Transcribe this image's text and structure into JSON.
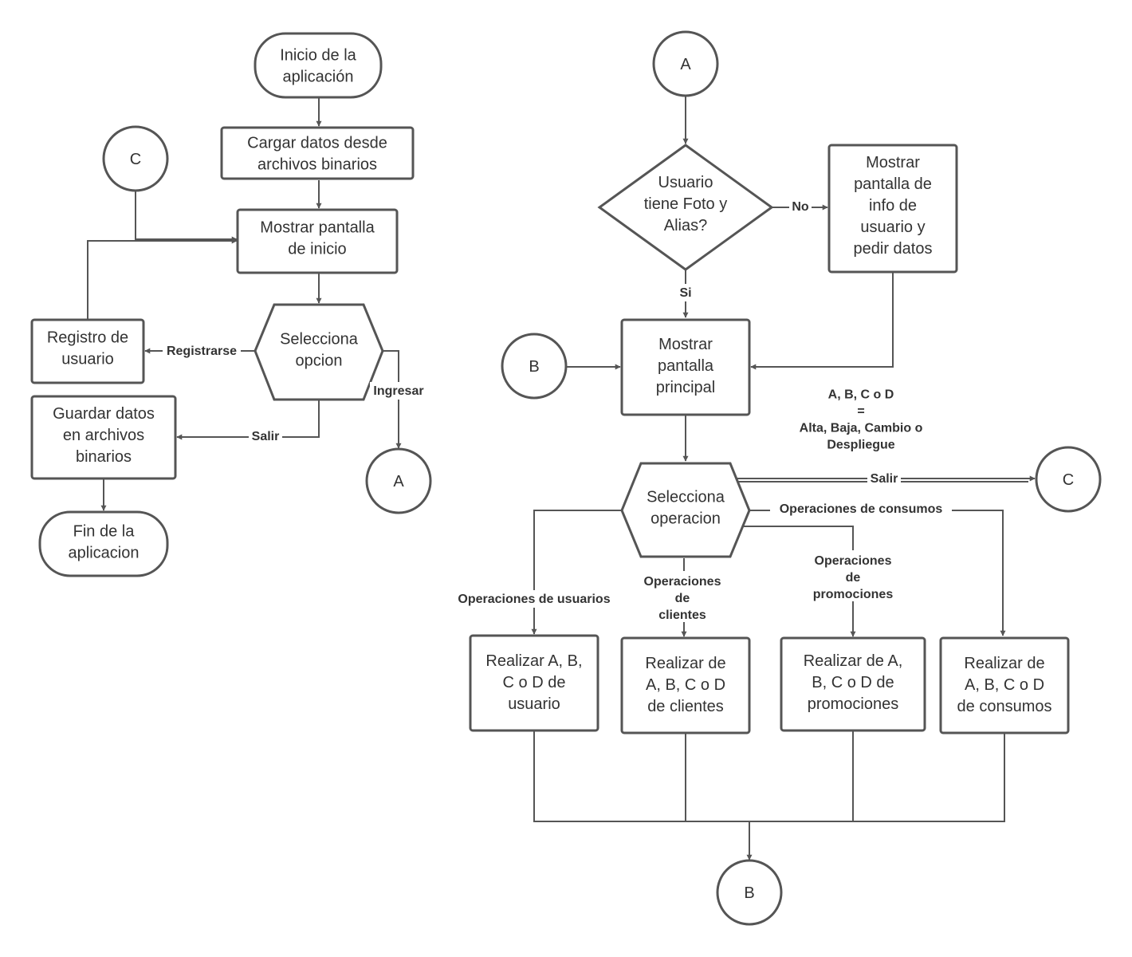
{
  "nodes": {
    "inicio": [
      "Inicio de la",
      "aplicación"
    ],
    "cargar": [
      "Cargar datos desde",
      "archivos binarios"
    ],
    "mostrar_inicio": [
      "Mostrar pantalla",
      "de inicio"
    ],
    "selecciona_opcion": [
      "Selecciona",
      "opcion"
    ],
    "registro": [
      "Registro de",
      "usuario"
    ],
    "guardar": [
      "Guardar datos",
      "en archivos",
      "binarios"
    ],
    "fin": [
      "Fin de la",
      "aplicacion"
    ],
    "conn_c_left": "C",
    "conn_a_left": "A",
    "conn_a_top": "A",
    "decision_foto": [
      "Usuario",
      "tiene Foto y",
      "Alias?"
    ],
    "mostrar_info": [
      "Mostrar",
      "pantalla de",
      "info de",
      "usuario y",
      "pedir datos"
    ],
    "conn_b_left": "B",
    "mostrar_principal": [
      "Mostrar",
      "pantalla",
      "principal"
    ],
    "selecciona_operacion": [
      "Selecciona",
      "operacion"
    ],
    "conn_c_right": "C",
    "realizar_usuario": [
      "Realizar A, B,",
      "C o D de",
      "usuario"
    ],
    "realizar_clientes": [
      "Realizar  de",
      "A, B, C o D",
      "de clientes"
    ],
    "realizar_promociones": [
      "Realizar de A,",
      "B, C o D de",
      "promociones"
    ],
    "realizar_consumos": [
      "Realizar de",
      "A, B, C o D",
      "de consumos"
    ],
    "conn_b_bottom": "B"
  },
  "edges": {
    "registrarse": "Registrarse",
    "ingresar": "Ingresar",
    "salir_left": "Salir",
    "no": "No",
    "si": "Si",
    "salir_right": "Salir",
    "op_consumos": "Operaciones de consumos",
    "op_usuarios": "Operaciones de usuarios",
    "op_clientes": [
      "Operaciones",
      "de",
      "clientes"
    ],
    "op_promociones": [
      "Operaciones",
      "de",
      "promociones"
    ]
  },
  "note": [
    "A, B, C o D",
    "=",
    "Alta, Baja, Cambio o",
    "Despliegue"
  ]
}
